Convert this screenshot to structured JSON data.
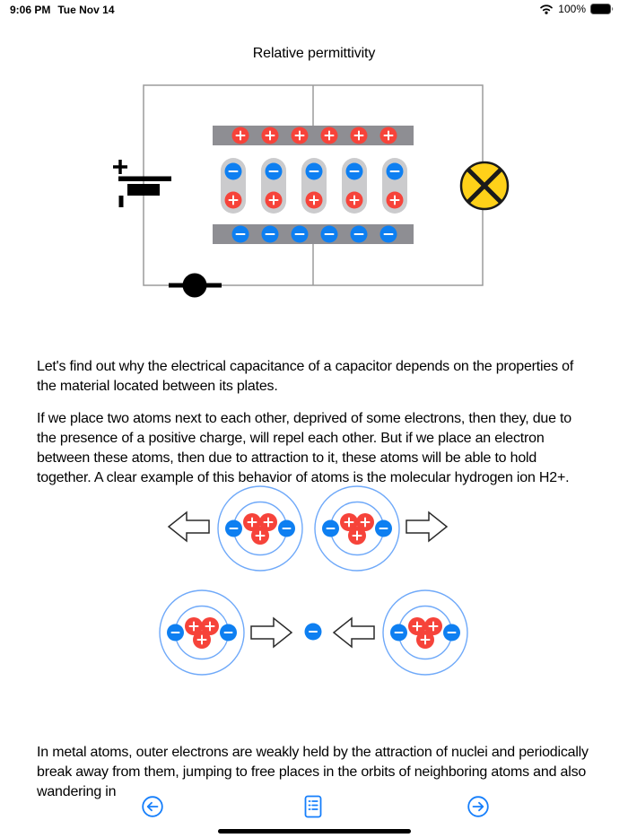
{
  "status_bar": {
    "time": "9:06 PM",
    "date": "Tue Nov 14",
    "battery_percent": "100%"
  },
  "header": {
    "title": "Relative permittivity"
  },
  "colors": {
    "charge_red": "#F6433A",
    "charge_blue": "#0E7FF1",
    "orbit_blue": "#6FA9F9",
    "plate_gray": "#8E8E93",
    "capsule_gray": "#CBCBCD",
    "wire_gray": "#9B9B9B",
    "lamp_yellow": "#FFD119",
    "nav_blue": "#157EFB"
  },
  "circuit_figure": {
    "battery_positive_label": "+",
    "battery_negative_label": "−",
    "top_plate": {
      "charge_count": 6,
      "charge_symbol": "+"
    },
    "bottom_plate": {
      "charge_count": 6,
      "charge_symbol": "−"
    },
    "dielectric_molecules": {
      "count": 5,
      "upper_charge_symbol": "−",
      "lower_charge_symbol": "+"
    }
  },
  "content": {
    "paragraphs": [
      "Let's find out why the electrical capacitance of a capacitor depends on the properties of the material located between its plates.",
      "If we place two atoms next to each other, deprived of some electrons, then they, due to the presence of a positive charge, will repel each other. But if we place an electron between these atoms, then due to attraction to it, these atoms will be able to hold together. A clear example of this behavior of atoms is the molecular hydrogen ion H2+.",
      "In metal atoms, outer electrons are weakly held by the attraction of nuclei and periodically break away from them, jumping to free places in the orbits of neighboring atoms and also wandering in"
    ]
  },
  "atoms_figure": {
    "top_row": {
      "atom_count": 2,
      "protons_per_atom": 3,
      "orbit_electrons_per_atom": 2,
      "proton_symbol": "+",
      "electron_symbol": "−"
    },
    "bottom_row": {
      "atom_count": 2,
      "free_electron_symbol": "−"
    }
  },
  "footer": {
    "icons": [
      "back-circle-arrow",
      "contents-list",
      "forward-circle-arrow"
    ]
  }
}
